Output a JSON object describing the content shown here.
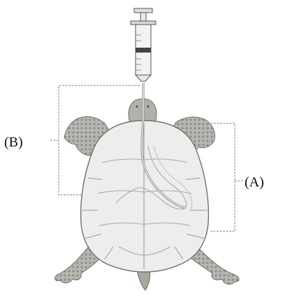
{
  "labels": {
    "left": "(B)",
    "right": "(A)"
  },
  "colors": {
    "outline": "#6f6f6f",
    "shell_fill": "#ededeb",
    "skin_fill": "#b8b6b1",
    "skin_dark": "#8f8c86",
    "guide_line": "#9a9a9a",
    "syringe_fill": "#f2f2f2",
    "tube": "#cfcfcf"
  },
  "icons": {
    "syringe": "syringe-icon",
    "animal": "turtle-illustration"
  }
}
